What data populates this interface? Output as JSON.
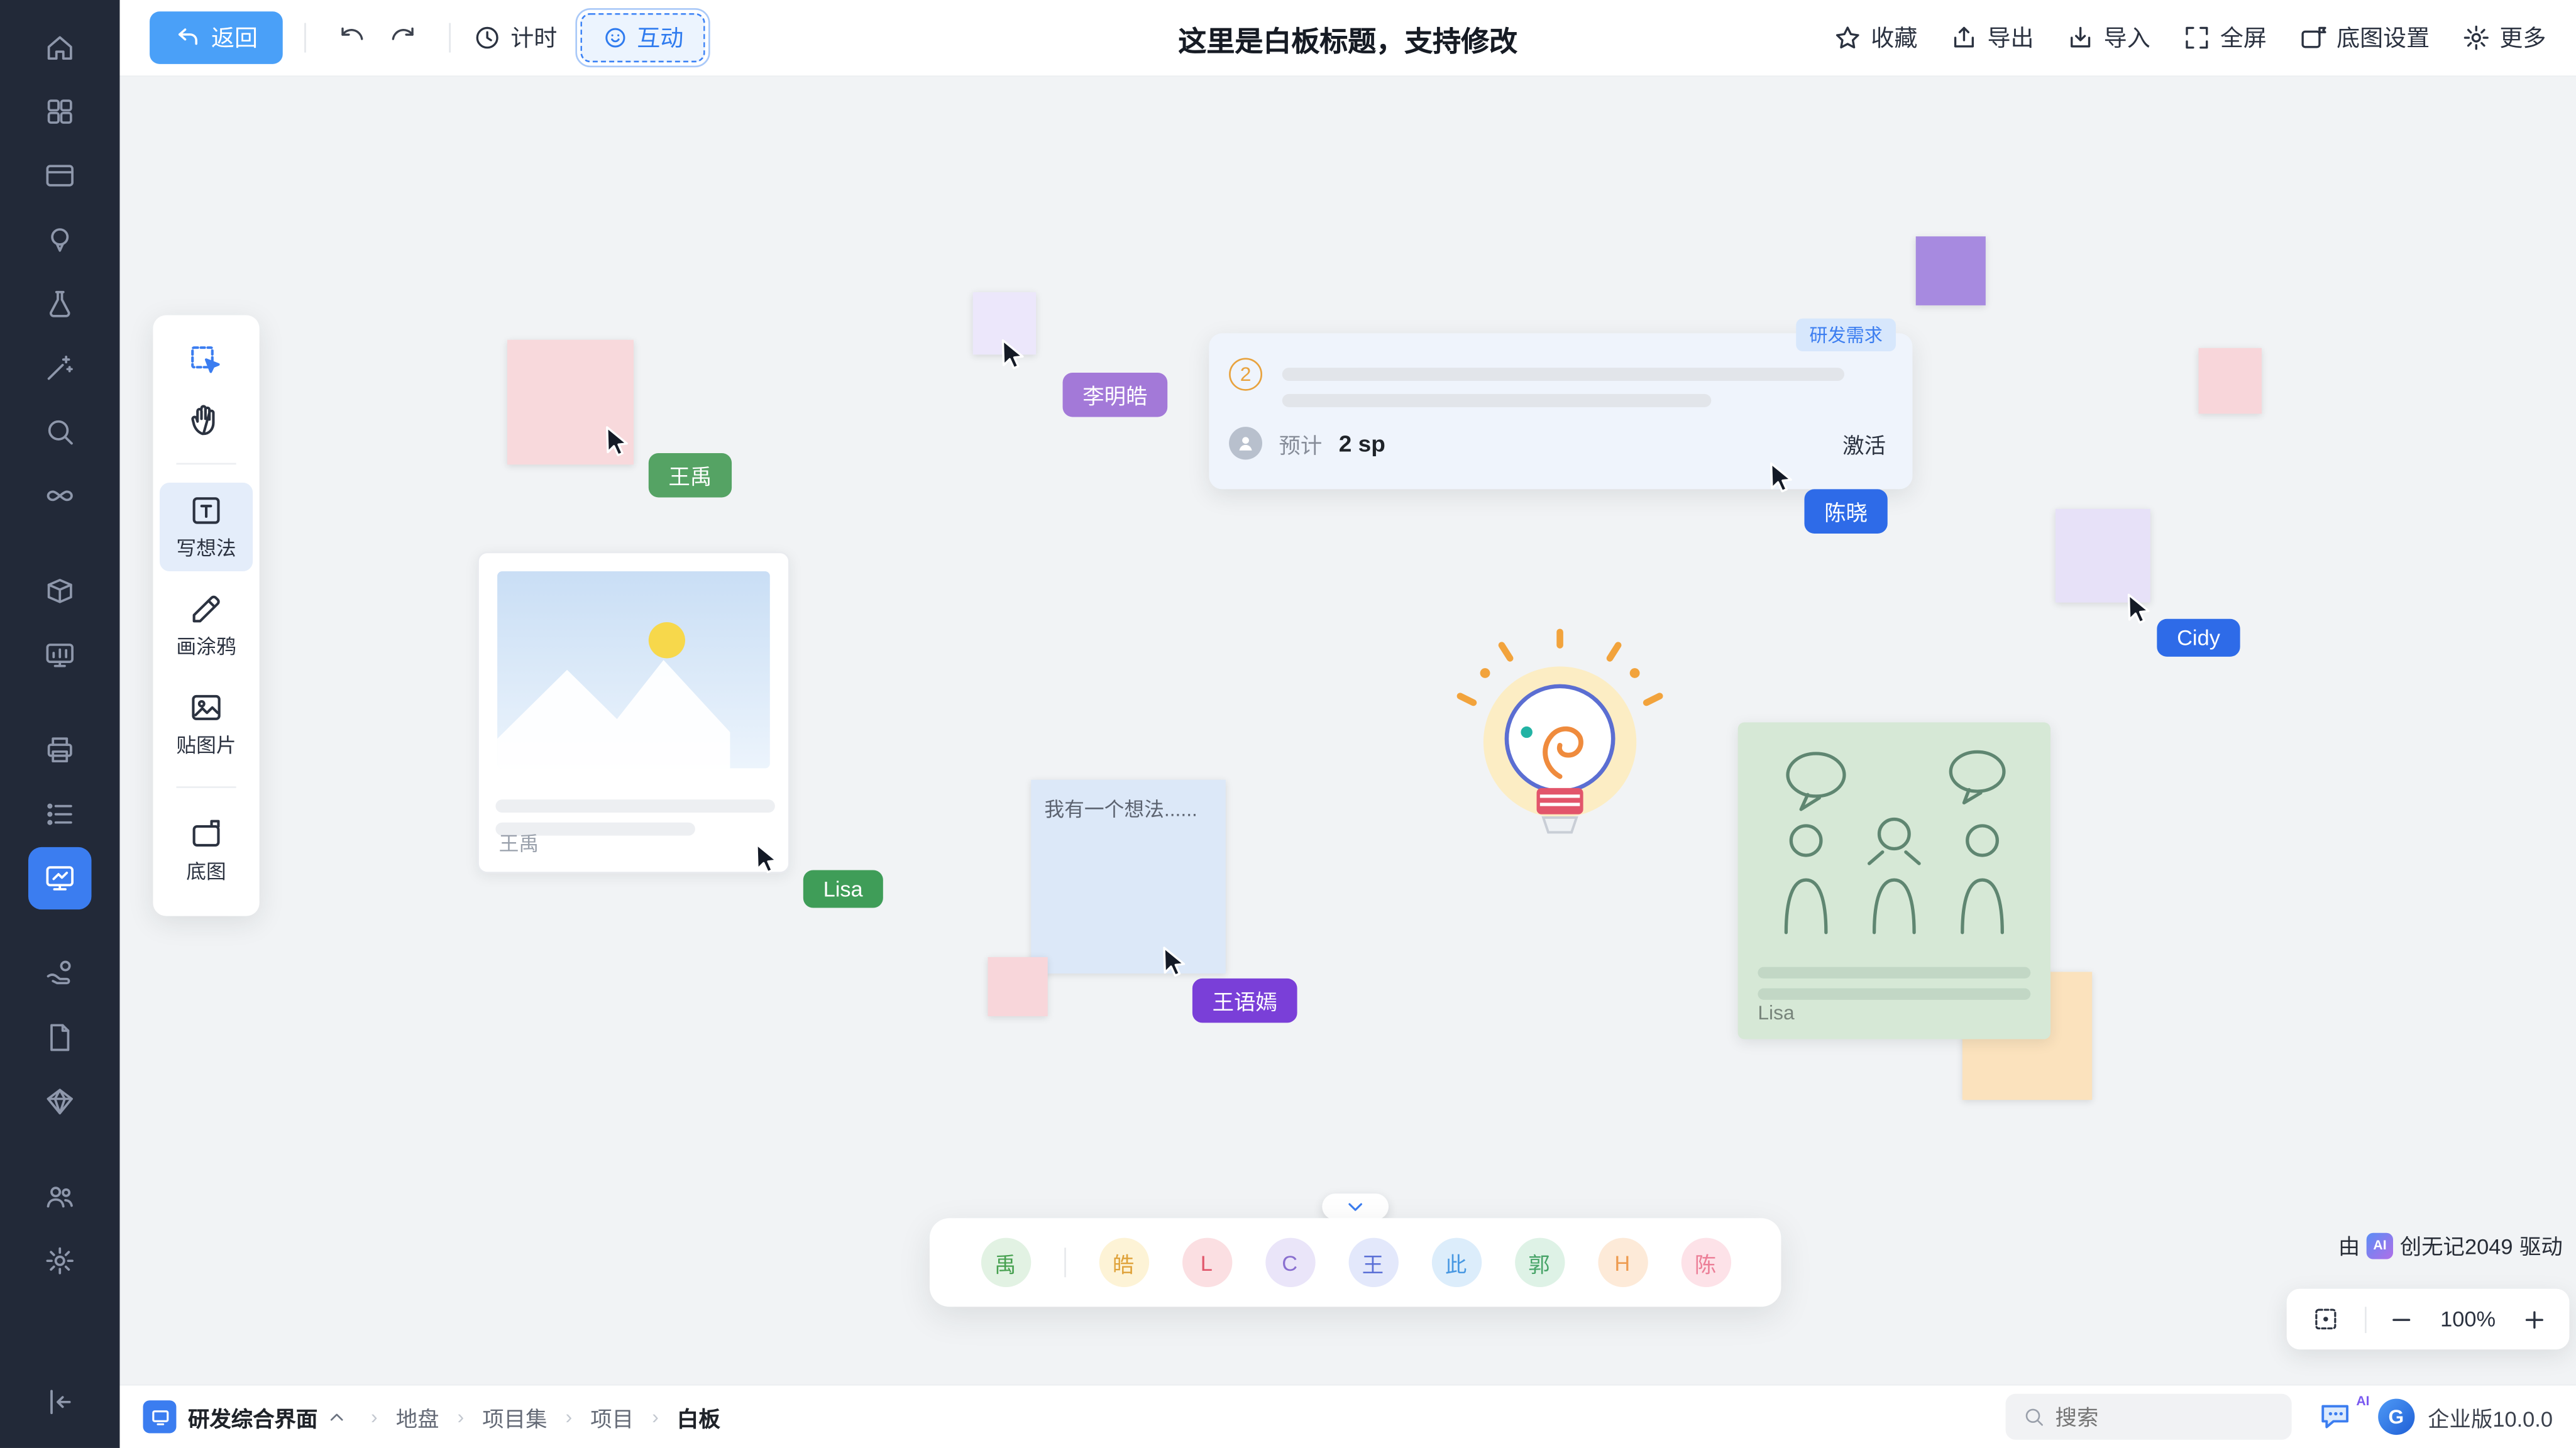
{
  "meta": {
    "accent": "#3b7df0"
  },
  "sidebar": {
    "icons": [
      "home",
      "apps-grid",
      "cards",
      "idea-pin",
      "flask",
      "magic-wand",
      "search",
      "infinity",
      "cube",
      "chart-board",
      "printer",
      "list",
      "whiteboard",
      "hand-share",
      "document",
      "diamond",
      "team",
      "settings",
      "collapse-left"
    ],
    "active": "whiteboard"
  },
  "topbar": {
    "back_label": "返回",
    "timer_label": "计时",
    "interact_label": "互动",
    "title": "这里是白板标题，支持修改",
    "favorite_label": "收藏",
    "export_label": "导出",
    "import_label": "导入",
    "fullscreen_label": "全屏",
    "basemap_settings_label": "底图设置",
    "more_label": "更多"
  },
  "tool_panel": {
    "write_idea_label": "写想法",
    "doodle_label": "画涂鸦",
    "paste_image_label": "贴图片",
    "basemap_label": "底图"
  },
  "canvas": {
    "stickies": [
      {
        "id": "pink-left",
        "color": "#f8d9dc"
      },
      {
        "id": "lavender-small",
        "color": "#ece7fb"
      },
      {
        "id": "purple-top-right",
        "color": "#a78ae0"
      },
      {
        "id": "pink-right",
        "color": "#f8d6da"
      },
      {
        "id": "lavender-right",
        "color": "#e7e1f8"
      },
      {
        "id": "pink-bottom",
        "color": "#f8d6da"
      },
      {
        "id": "orange",
        "color": "#fbe2bd"
      }
    ],
    "req_card": {
      "tag": "研发需求",
      "step_number": "2",
      "estimate_label": "预计",
      "estimate_value": "2 sp",
      "status": "激活"
    },
    "image_card": {
      "author": "王禹"
    },
    "idea_note": {
      "text": "我有一个想法......",
      "color": "#dce8f8"
    },
    "green_card": {
      "author": "Lisa"
    },
    "cursors": [
      {
        "name": "王禹",
        "color": "#55a364"
      },
      {
        "name": "李明皓",
        "color": "#a379d8"
      },
      {
        "name": "陈晓",
        "color": "#2e6be8"
      },
      {
        "name": "Cidy",
        "color": "#2e6be8"
      },
      {
        "name": "Lisa",
        "color": "#3f9d58"
      },
      {
        "name": "王语嫣",
        "color": "#7a3fd8"
      }
    ]
  },
  "presence": {
    "avatars": [
      {
        "text": "禹",
        "bg": "#e2f2e3",
        "color": "#46a04f"
      },
      {
        "text": "皓",
        "bg": "#fdf3d6",
        "color": "#dfa23a"
      },
      {
        "text": "L",
        "bg": "#fbdfe2",
        "color": "#e0566b"
      },
      {
        "text": "C",
        "bg": "#eae5f9",
        "color": "#8a6fd0"
      },
      {
        "text": "王",
        "bg": "#e3e8fb",
        "color": "#5a6fd6"
      },
      {
        "text": "此",
        "bg": "#dcedfb",
        "color": "#4898e2"
      },
      {
        "text": "郭",
        "bg": "#def2e6",
        "color": "#47a468"
      },
      {
        "text": "H",
        "bg": "#fdead8",
        "color": "#ee9b50"
      },
      {
        "text": "陈",
        "bg": "#fde2e8",
        "color": "#ec7e97"
      }
    ]
  },
  "floaters": {
    "powered_prefix": "由",
    "powered_brand": "创无记2049",
    "powered_suffix": "驱动",
    "zoom_level": "100%"
  },
  "bottombar": {
    "workspace": "研发综合界面",
    "crumbs": [
      "地盘",
      "项目集",
      "项目",
      "白板"
    ],
    "search_placeholder": "搜索",
    "version": "企业版10.0.0"
  }
}
